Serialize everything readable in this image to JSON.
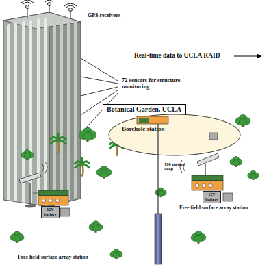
{
  "diagram": {
    "nodes": [
      {
        "text": [
          "Botanical Garden, UCLA"
        ]
      },
      {
        "text": [
          "Borehole station"
        ]
      },
      {
        "text": [
          "12V battery"
        ]
      },
      {
        "text": [
          "12V battery"
        ]
      }
    ],
    "labels": [
      "GPS receivers",
      "72 sensors for structure monitoring",
      "Real-time data to UCLA RAID",
      "100 meters deep",
      "Free field surface array station",
      "Free field surface array station"
    ]
  }
}
